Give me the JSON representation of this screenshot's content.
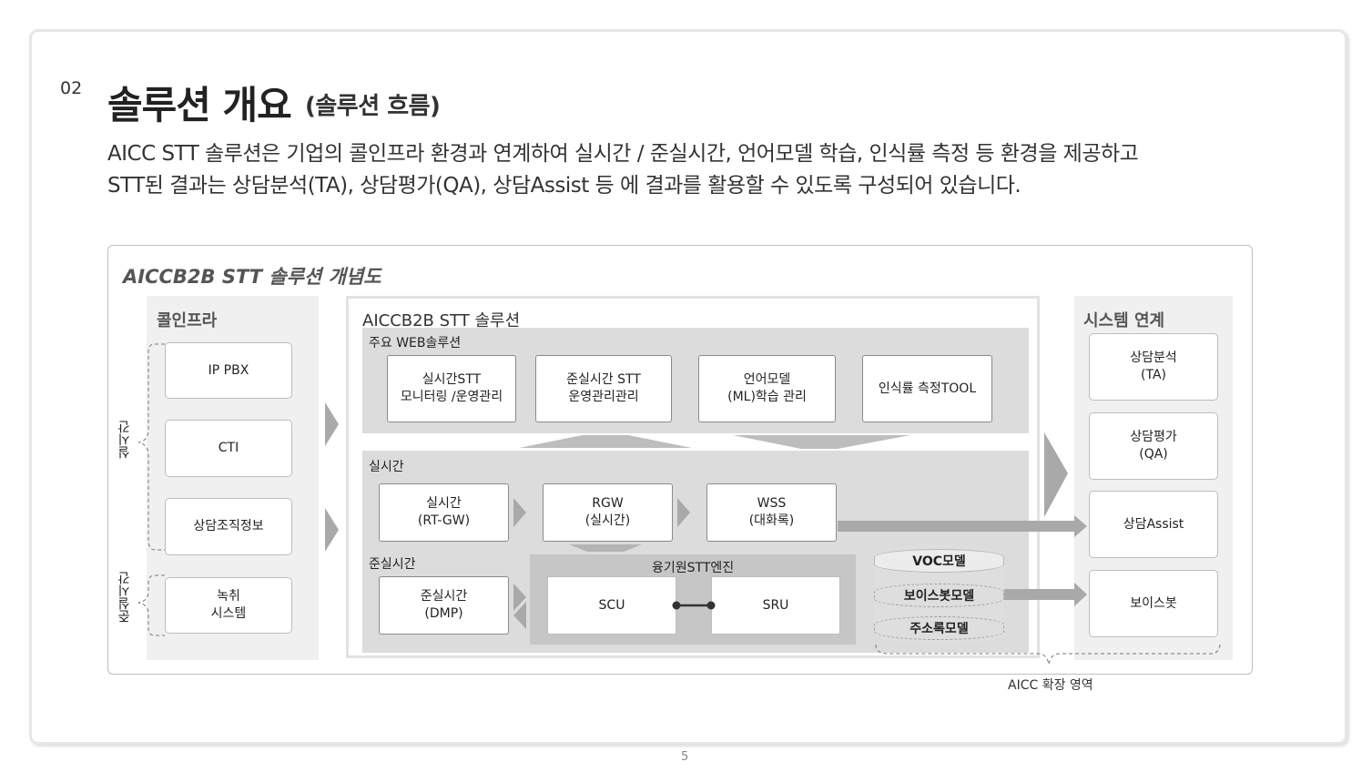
{
  "section_number": "02",
  "title": "솔루션 개요",
  "subtitle": "(솔루션 흐름)",
  "description": [
    " AICC STT 솔루션은 기업의 콜인프라 환경과 연계하여 실시간 / 준실시간, 언어모델 학습, 인식률 측정 등 환경을 제공하고",
    "STT된 결과는 상담분석(TA), 상담평가(QA), 상담Assist 등 에 결과를 활용할 수 있도록 구성되어 있습니다."
  ],
  "diagram": {
    "title": "AICCB2B STT 솔루션 개념도",
    "infra": {
      "label": "콜인프라",
      "items": [
        "IP PBX",
        "CTI",
        "상담조직정보",
        "녹취\n시스템"
      ],
      "realtime_label": "실시간",
      "near_realtime_label": "준실시간"
    },
    "solution": {
      "label": "AICCB2B STT 솔루션",
      "web": {
        "label": "주요 WEB솔루션",
        "items": [
          "실시간STT\n모니터링 /운영관리",
          "준실시간 STT\n운영관리관리",
          "언어모델\n(ML)학습 관리",
          "인식률 측정TOOL"
        ]
      },
      "realtime": {
        "label": "실시간",
        "items": [
          "실시간\n(RT-GW)",
          "RGW\n(실시간)",
          "WSS\n(대화록)"
        ]
      },
      "near_realtime": {
        "label": "준실시간",
        "item": "준실시간\n(DMP)"
      },
      "engine": {
        "label": "융기원STT엔진",
        "scu": "SCU",
        "sru": "SRU"
      },
      "models": [
        "VOC모델",
        "보이스봇모델",
        "주소록모델"
      ]
    },
    "integration": {
      "label": "시스템 연계",
      "items": [
        "상담분석\n(TA)",
        "상담평가\n(QA)",
        "상담Assist",
        "보이스봇"
      ]
    },
    "aicc_extension_label": "AICC 확장 영역"
  },
  "page_number": "5",
  "colors": {
    "arrow": "#a9a9a9",
    "panel": "#dcdcdc",
    "column": "#f0f0f0"
  }
}
